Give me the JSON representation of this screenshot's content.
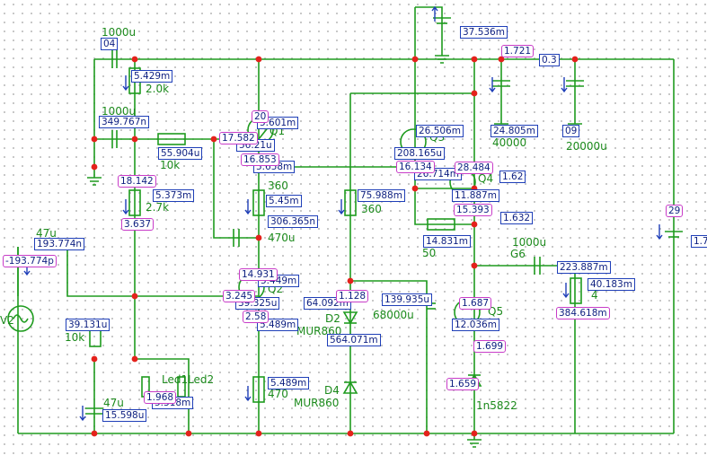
{
  "schematic": {
    "component_labels": [
      {
        "id": "c-1000u-top",
        "text": "1000u"
      },
      {
        "id": "r-2-0k",
        "text": "2.0k"
      },
      {
        "id": "c-1000u-mid",
        "text": "1000u"
      },
      {
        "id": "r-10k-top",
        "text": "10k"
      },
      {
        "id": "q1",
        "text": "Q1"
      },
      {
        "id": "r-2-7k",
        "text": "2.7k"
      },
      {
        "id": "r-360-q1",
        "text": "360"
      },
      {
        "id": "c-470u",
        "text": "470u"
      },
      {
        "id": "c-47u-top",
        "text": "47u"
      },
      {
        "id": "q2",
        "text": "Q2"
      },
      {
        "id": "v2",
        "text": "V2"
      },
      {
        "id": "r-10k-left",
        "text": "10k"
      },
      {
        "id": "led1",
        "text": "Led1"
      },
      {
        "id": "led2",
        "text": "Led2"
      },
      {
        "id": "c-47u-bottom",
        "text": "47u"
      },
      {
        "id": "r-470",
        "text": "470"
      },
      {
        "id": "d4",
        "text": "D4"
      },
      {
        "id": "mur860-d4",
        "text": "MUR860"
      },
      {
        "id": "d2",
        "text": "D2"
      },
      {
        "id": "mur860-d2",
        "text": "MUR860"
      },
      {
        "id": "r-360-mid",
        "text": "360"
      },
      {
        "id": "c-68000u",
        "text": "68000u"
      },
      {
        "id": "q3",
        "text": "Q3"
      },
      {
        "id": "r-50",
        "text": "50"
      },
      {
        "id": "q4",
        "text": "Q4"
      },
      {
        "id": "c-40000",
        "text": "40000"
      },
      {
        "id": "c-20000u",
        "text": "20000u"
      },
      {
        "id": "c-1000u-g6",
        "text": "1000u"
      },
      {
        "id": "g6",
        "text": "G6"
      },
      {
        "id": "r-4",
        "text": "4"
      },
      {
        "id": "q5",
        "text": "Q5"
      },
      {
        "id": "d-1n5822",
        "text": "1n5822"
      }
    ],
    "current_readouts": [
      {
        "id": "i-04",
        "text": "04"
      },
      {
        "id": "i-5-429m",
        "text": "5.429m"
      },
      {
        "id": "i-349-767n",
        "text": "349.767n"
      },
      {
        "id": "i-55-904u",
        "text": "55.904u"
      },
      {
        "id": "i-5-601m",
        "text": "5.601m"
      },
      {
        "id": "i-56-21u",
        "text": "56.21u"
      },
      {
        "id": "i-5-658m",
        "text": "5.658m"
      },
      {
        "id": "i-5-373m",
        "text": "5.373m"
      },
      {
        "id": "i-5-45m",
        "text": "5.45m"
      },
      {
        "id": "i-306-365n",
        "text": "306.365n"
      },
      {
        "id": "i-193-774n",
        "text": "193.774n"
      },
      {
        "id": "i-5-449m",
        "text": "5.449m"
      },
      {
        "id": "i-39-325u",
        "text": "39.325u"
      },
      {
        "id": "i-5-489m-q2",
        "text": "5.489m"
      },
      {
        "id": "i-39-131u",
        "text": "39.131u"
      },
      {
        "id": "i-5-318m",
        "text": "5.318m"
      },
      {
        "id": "i-15-598u",
        "text": "15.598u"
      },
      {
        "id": "i-5-489m-r",
        "text": "5.489m"
      },
      {
        "id": "i-64-092m",
        "text": "64.092m"
      },
      {
        "id": "i-564-071m",
        "text": "564.071m"
      },
      {
        "id": "i-75-988m",
        "text": "75.988m"
      },
      {
        "id": "i-139-935u",
        "text": "139.935u"
      },
      {
        "id": "i-37-536m",
        "text": "37.536m"
      },
      {
        "id": "i-26-506m",
        "text": "26.506m"
      },
      {
        "id": "i-208-165u",
        "text": "208.165u"
      },
      {
        "id": "i-26-714m",
        "text": "26.714m"
      },
      {
        "id": "i-11-887m",
        "text": "11.887m"
      },
      {
        "id": "i-14-831m",
        "text": "14.831m"
      },
      {
        "id": "i-0-3",
        "text": "0.3"
      },
      {
        "id": "i-24-805m",
        "text": "24.805m"
      },
      {
        "id": "i-09",
        "text": "09"
      },
      {
        "id": "i-223-887m",
        "text": "223.887m"
      },
      {
        "id": "i-40-183m",
        "text": "40.183m"
      },
      {
        "id": "i-12-036m",
        "text": "12.036m"
      },
      {
        "id": "i-1-632",
        "text": "1.632"
      },
      {
        "id": "i-1-62",
        "text": "1.62"
      },
      {
        "id": "i-1-7",
        "text": "1.7"
      }
    ],
    "voltage_readouts": [
      {
        "id": "v-20",
        "text": "20"
      },
      {
        "id": "v-17-582",
        "text": "17.582"
      },
      {
        "id": "v-16-853",
        "text": "16.853"
      },
      {
        "id": "v-18-142",
        "text": "18.142"
      },
      {
        "id": "v-3-637",
        "text": "3.637"
      },
      {
        "id": "v-neg-193-774p",
        "text": "-193.774p"
      },
      {
        "id": "v-14-931",
        "text": "14.931"
      },
      {
        "id": "v-3-245",
        "text": "3.245"
      },
      {
        "id": "v-2-58",
        "text": "2.58"
      },
      {
        "id": "v-1-968",
        "text": "1.968"
      },
      {
        "id": "v-1-128",
        "text": "1.128"
      },
      {
        "id": "v-16-134",
        "text": "16.134"
      },
      {
        "id": "v-28-484",
        "text": "28.484"
      },
      {
        "id": "v-15-393",
        "text": "15.393"
      },
      {
        "id": "v-29",
        "text": "29"
      },
      {
        "id": "v-1-721",
        "text": "1.721"
      },
      {
        "id": "v-384-618m",
        "text": "384.618m"
      },
      {
        "id": "v-1-687",
        "text": "1.687"
      },
      {
        "id": "v-1-699",
        "text": "1.699"
      },
      {
        "id": "v-1-659",
        "text": "1.659"
      }
    ]
  }
}
